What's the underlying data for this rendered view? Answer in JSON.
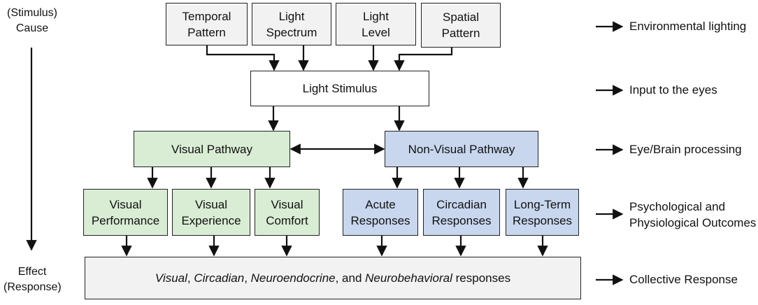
{
  "left": {
    "top_line1": "(Stimulus)",
    "top_line2": "Cause",
    "bottom_line1": "Effect",
    "bottom_line2": "(Response)"
  },
  "inputs": [
    {
      "line1": "Temporal",
      "line2": "Pattern"
    },
    {
      "line1": "Light",
      "line2": "Spectrum"
    },
    {
      "line1": "Light",
      "line2": "Level"
    },
    {
      "line1": "Spatial",
      "line2": "Pattern"
    }
  ],
  "stimulus": "Light Stimulus",
  "visual_pathway": "Visual Pathway",
  "nonvisual_pathway": "Non-Visual Pathway",
  "visual_outcomes": [
    {
      "line1": "Visual",
      "line2": "Performance"
    },
    {
      "line1": "Visual",
      "line2": "Experience"
    },
    {
      "line1": "Visual",
      "line2": "Comfort"
    }
  ],
  "nonvisual_outcomes": [
    {
      "line1": "Acute",
      "line2": "Responses"
    },
    {
      "line1": "Circadian",
      "line2": "Responses"
    },
    {
      "line1": "Long-Term",
      "line2": "Responses"
    }
  ],
  "collective": {
    "t1": "Visual",
    "t2": ", ",
    "t3": "Circadian",
    "t4": ", ",
    "t5": "Neuroendocrine",
    "t6": ", and ",
    "t7": "Neurobehavioral",
    "t8": " responses"
  },
  "right_labels": {
    "environmental": "Environmental lighting",
    "input": "Input to the eyes",
    "processing": "Eye/Brain processing",
    "outcomes_line1": "Psychological and",
    "outcomes_line2": "Physiological Outcomes",
    "collective": "Collective Response"
  }
}
